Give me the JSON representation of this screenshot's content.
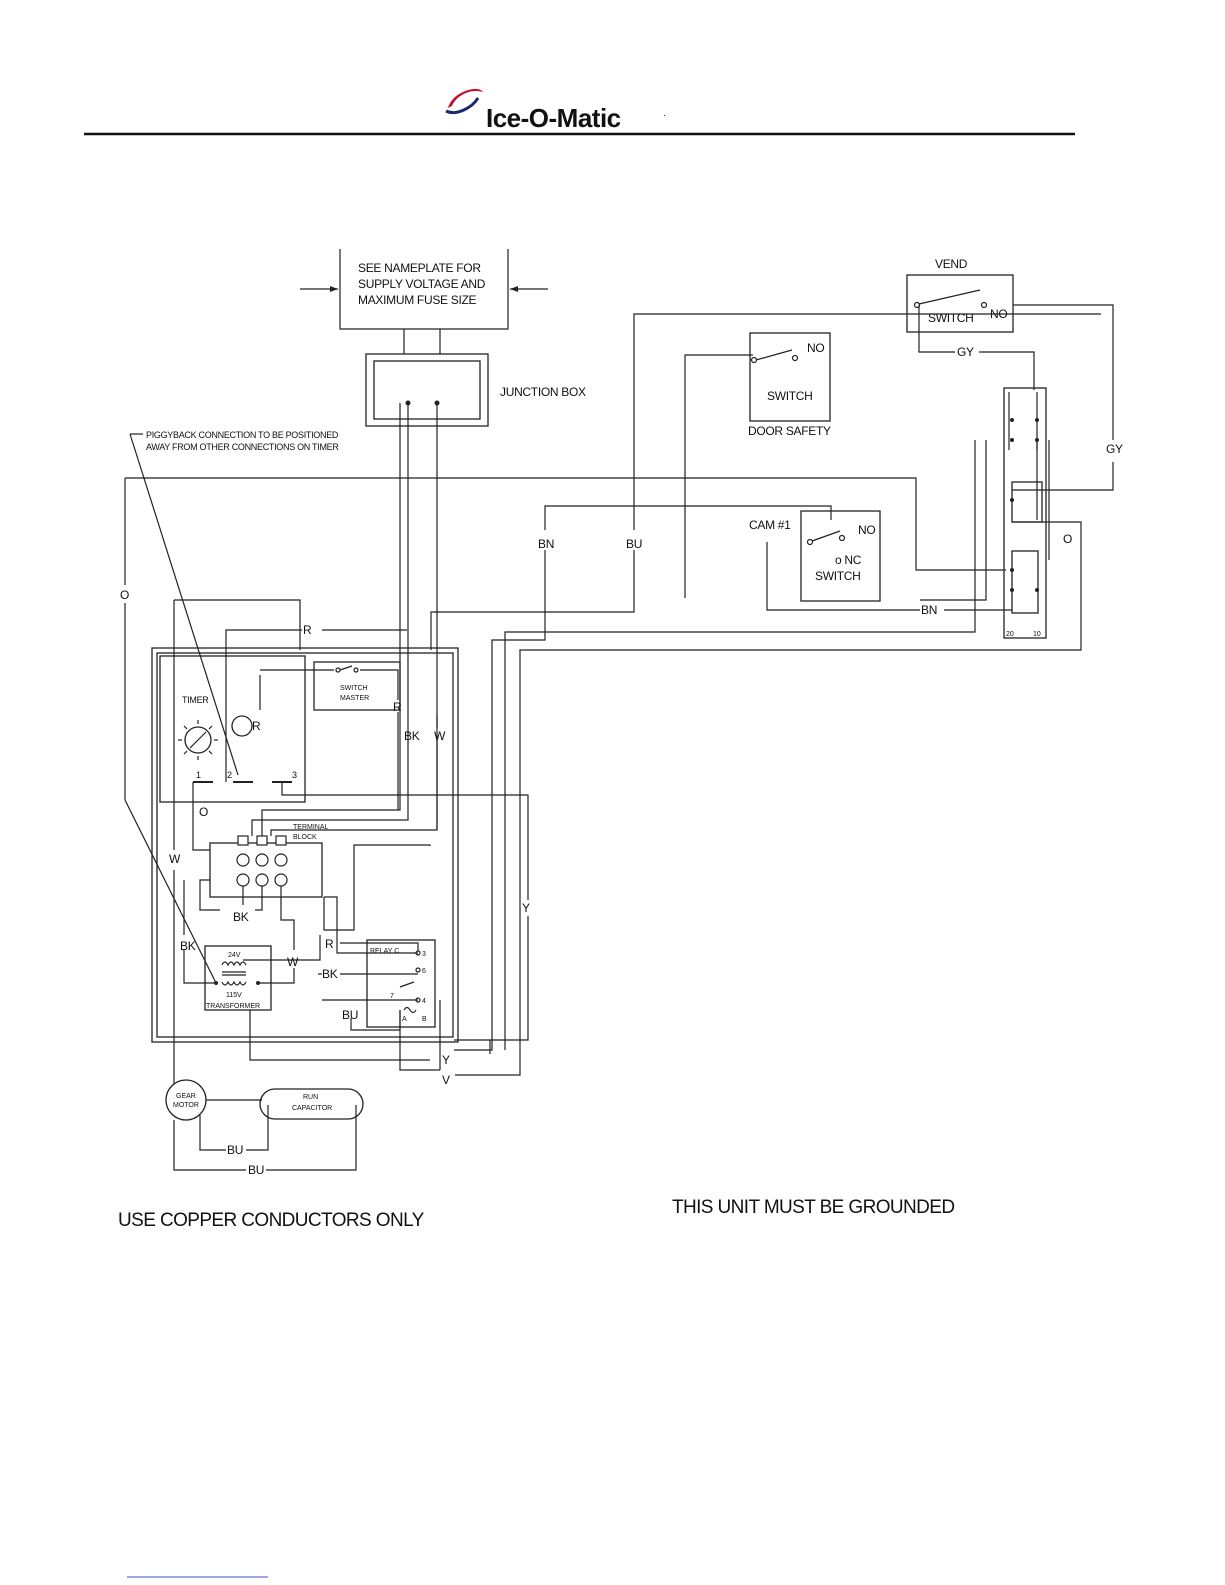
{
  "header": {
    "brand": "Ice-O-Matic",
    "registered_mark": "·"
  },
  "labels": {
    "supply_note": [
      "SEE NAMEPLATE FOR",
      "SUPPLY VOLTAGE AND",
      "MAXIMUM FUSE SIZE"
    ],
    "junction_box": "JUNCTION BOX",
    "vend": "VEND",
    "vend_switch": "SWITCH",
    "vend_no": "NO",
    "door_no": "NO",
    "door_switch": "SWITCH",
    "door_safety": "DOOR SAFETY",
    "cam": "CAM #1",
    "cam_no": "NO",
    "cam_nc": "o NC",
    "cam_switch": "SWITCH",
    "piggyback_note": [
      "PIGGYBACK CONNECTION TO BE POSITIONED",
      "AWAY FROM OTHER CONNECTIONS ON TIMER"
    ],
    "timer": "TIMER",
    "switch_master": [
      "SWITCH",
      "MASTER"
    ],
    "terminal_block": [
      "TERMINAL",
      "BLOCK"
    ],
    "transformer_24v": "24V",
    "transformer_115v": "115V",
    "transformer": "TRANSFORMER",
    "relay": "RELAY C",
    "gear_motor": [
      "GEAR",
      "MOTOR"
    ],
    "run_capacitor": [
      "RUN",
      "CAPACITOR"
    ],
    "terminal_strip_20": "20",
    "terminal_strip_10": "10",
    "timer_pins": [
      "1",
      "2",
      "3"
    ],
    "relay_pins": [
      "3",
      "6",
      "7",
      "4",
      "A",
      "B"
    ]
  },
  "wire_labels": {
    "o": "O",
    "r": "R",
    "bk": "BK",
    "w": "W",
    "bn": "BN",
    "bu": "BU",
    "gy": "GY",
    "y": "Y",
    "v": "V"
  },
  "footer": {
    "left": "USE COPPER CONDUCTORS ONLY",
    "right": "THIS UNIT MUST BE GROUNDED"
  }
}
